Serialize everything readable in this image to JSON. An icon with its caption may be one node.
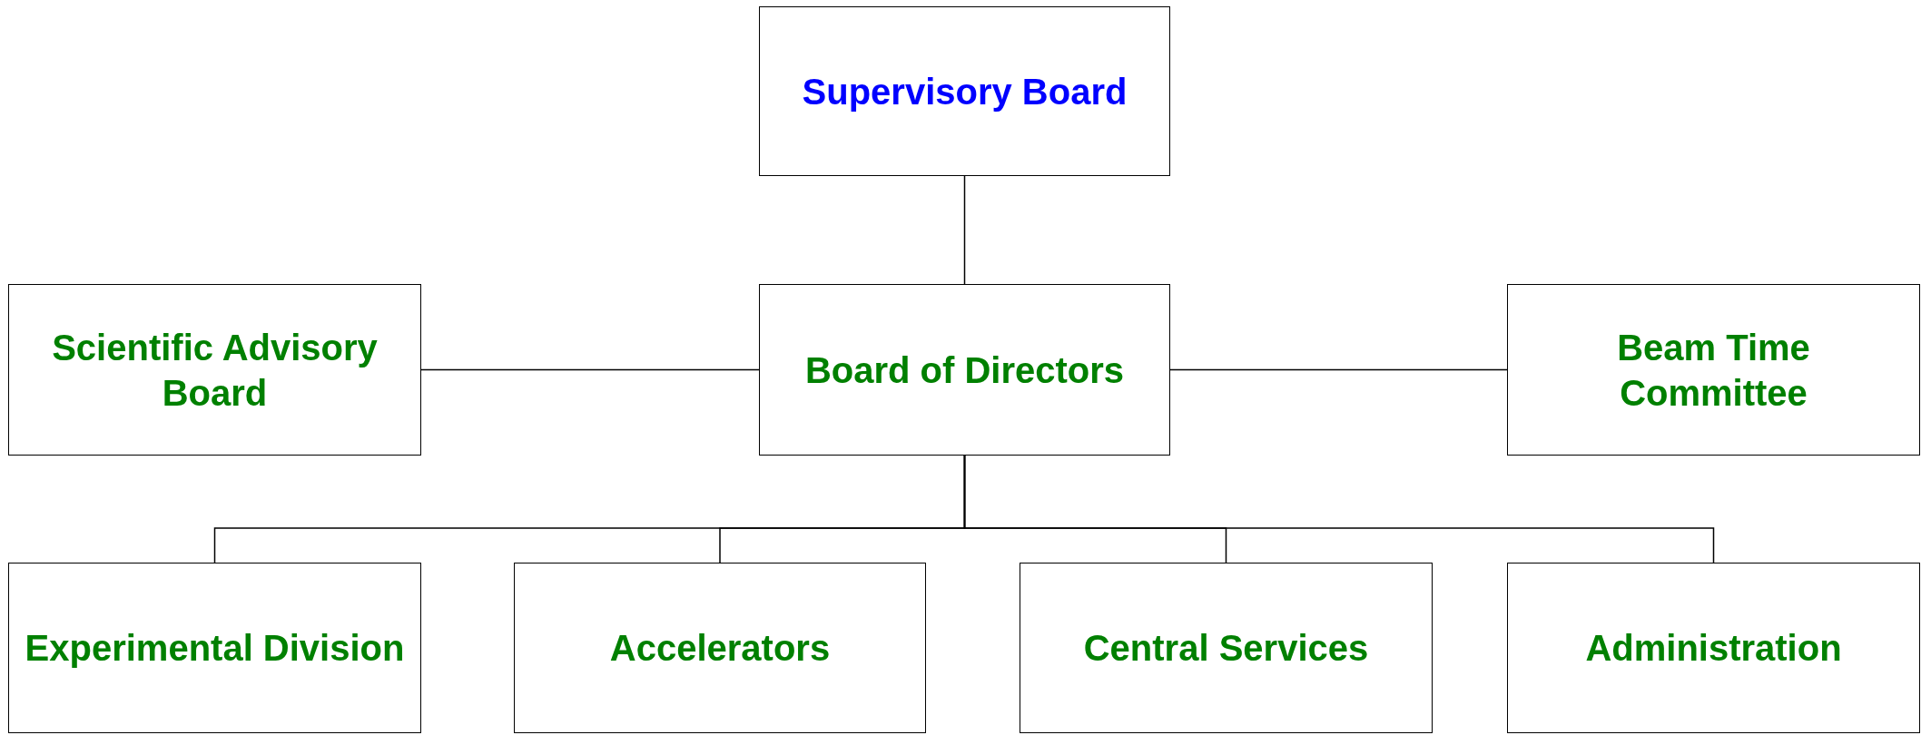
{
  "diagram": {
    "nodes": [
      {
        "text": [
          "Supervisory Board"
        ]
      },
      {
        "text": [
          "Scientific Advisory Board"
        ]
      },
      {
        "text": [
          "Board of Directors"
        ]
      },
      {
        "text": [
          "Beam Time Committee"
        ]
      },
      {
        "text": [
          "Experimental Division"
        ]
      },
      {
        "text": [
          "Accelerators"
        ]
      },
      {
        "text": [
          "Central Services"
        ]
      },
      {
        "text": [
          "Administration"
        ]
      }
    ],
    "edges": [
      {
        "from": 0,
        "to": 2,
        "arrow": "none"
      },
      {
        "from": 1,
        "to": 2,
        "arrow": "none"
      },
      {
        "from": 2,
        "to": 3,
        "arrow": "none"
      },
      {
        "from": 2,
        "to": 4,
        "arrow": "none"
      },
      {
        "from": 2,
        "to": 5,
        "arrow": "none"
      },
      {
        "from": 2,
        "to": 6,
        "arrow": "none"
      },
      {
        "from": 2,
        "to": 7,
        "arrow": "none"
      }
    ]
  }
}
